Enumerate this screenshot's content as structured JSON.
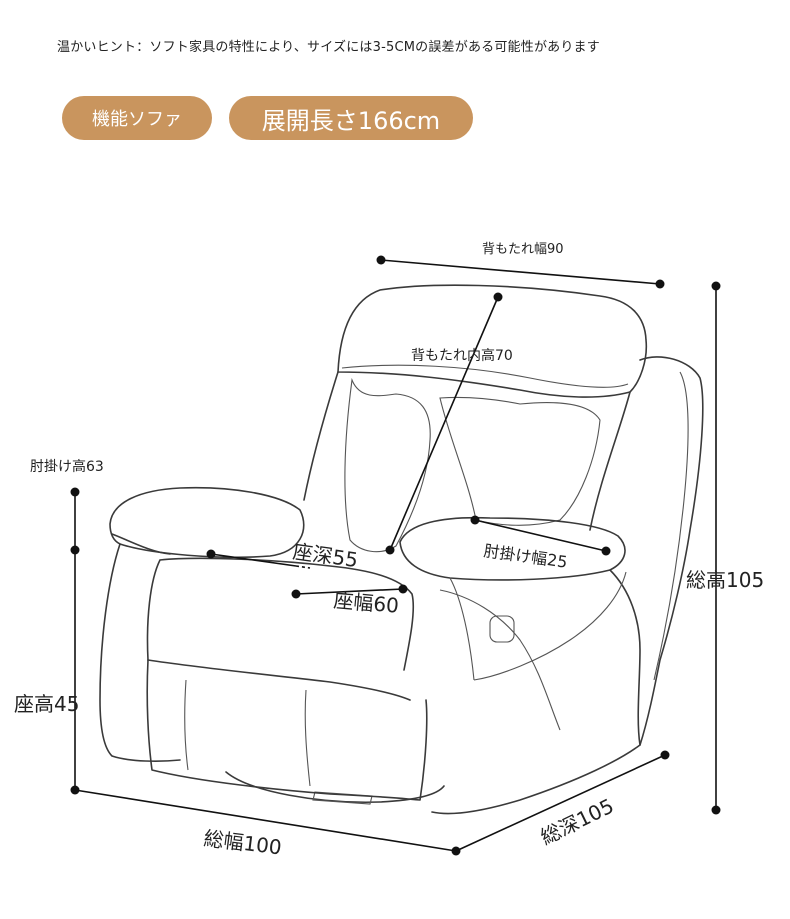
{
  "notice": "温かいヒント：ソフト家具の特性により、サイズには3-5CMの誤差がある可能性があります",
  "badges": {
    "function": "機能ソファ",
    "extended": "展開長さ166cm"
  },
  "colors": {
    "badge": "#c9955e",
    "line": "#3a3a3a"
  },
  "dimensions": {
    "backrest_width": "背もたれ幅90",
    "backrest_inner_height": "背もたれ内高70",
    "armrest_height": "肘掛け高63",
    "armrest_width": "肘掛け幅25",
    "seat_depth": "座深55",
    "seat_width": "座幅60",
    "seat_height": "座高45",
    "total_height": "総高105",
    "total_width": "総幅100",
    "total_depth": "総深105"
  }
}
